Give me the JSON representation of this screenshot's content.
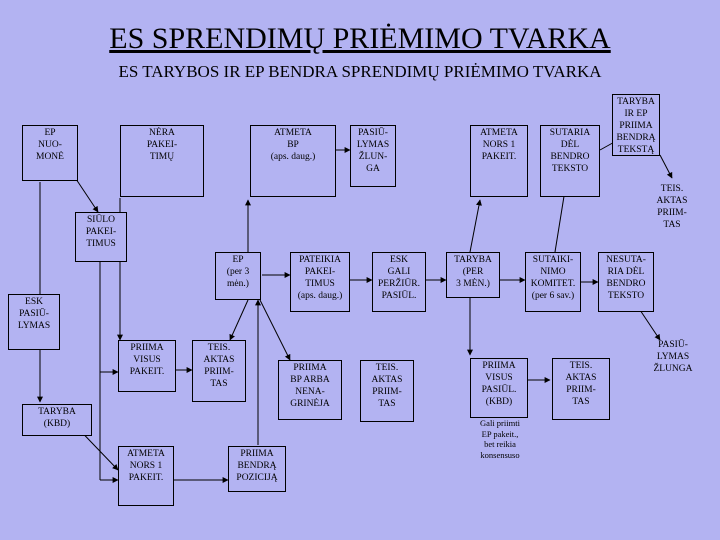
{
  "title": "ES SPRENDIMŲ PRIĖMIMO TVARKA",
  "subtitle": "ES TARYBOS IR EP BENDRA SPRENDIMŲ PRIĖMIMO TVARKA",
  "nodes": {
    "ep_nuomone": "EP\nNUO-\nMONĖ",
    "nera_pakeitimu": "NĖRA\nPAKEI-\nTIMŲ",
    "atmeta_bp": "ATMETA\nBP\n(aps. daug.)",
    "pasiulymas_zlunga_top": "PASIŪ-\nLYMAS\nŽLUN-\nGA",
    "atmeta_nors1_top": "ATMETA\nNORS 1\nPAKEIT.",
    "sutaria_del_bendro": "SUTARIA\nDĖL\nBENDRO\nTEKSTO",
    "taryba_ir_ep": "TARYBA\nIR EP\nPRIIMA\nBENDRĄ\nTEKSTĄ",
    "teis_aktas_priimtas_right": "TEIS.\nAKTAS\nPRIIM-\nTAS",
    "siulo_pakeitimus": "SIŪLO\nPAKEI-\nTIMUS",
    "ep_per3men": "EP\n(per 3\nmėn.)",
    "pateikia_pakeitimus": "PATEIKIA\nPAKEI-\nTIMUS\n(aps. daug.)",
    "esk_gali_perziur": "ESK\nGALI\nPERŽIŪR.\nPASIŪL.",
    "taryba_per3men": "TARYBA\n(PER\n3 MĖN.)",
    "sutaikinimo_komitet": "SUTAIKI-\nNIMO\nKOMITET.\n(per 6 sav.)",
    "nesutaria_del": "NESUTA-\nRIA DĖL\nBENDRO\nTEKSTO",
    "esk_pasiulymas": "ESK\nPASIŪ-\nLYMAS",
    "priima_visus_pakeit": "PRIIMA\nVISUS\nPAKEIT.",
    "teis_aktas_1": "TEIS.\nAKTAS\nPRIIM-\nTAS",
    "priima_bp_arba": "PRIIMA\nBP ARBA\nNENA-\nGRINĖJA",
    "teis_aktas_2": "TEIS.\nAKTAS\nPRIIM-\nTAS",
    "priima_visus_pasiul": "PRIIMA\nVISUS\nPASIŪL.\n(KBD)",
    "gali_priimti_note": "Gali priimti\nEP pakeit.,\nbet reikia\nkonsensuso",
    "teis_aktas_3": "TEIS.\nAKTAS\nPRIIM-\nTAS",
    "pasiulymas_zlunga_right": "PASIŪ-\nLYMAS\nŽLUNGA",
    "taryba_kbd": "TARYBA\n(KBD)",
    "atmeta_nors1_bottom": "ATMETA\nNORS 1\nPAKEIT.",
    "priima_bendra_pozicija": "PRIIMA\nBENDRĄ\nPOZICIJĄ"
  }
}
